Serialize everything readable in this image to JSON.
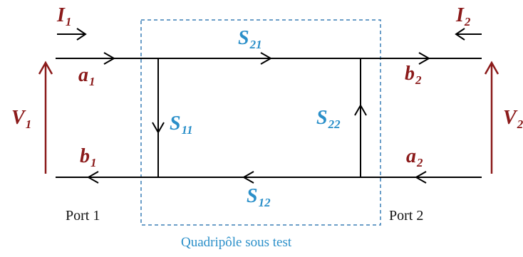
{
  "labels": {
    "I1": {
      "main": "I",
      "sub": "1"
    },
    "I2": {
      "main": "I",
      "sub": "2"
    },
    "a1": {
      "main": "a",
      "sub": "1"
    },
    "a2": {
      "main": "a",
      "sub": "2"
    },
    "b1": {
      "main": "b",
      "sub": "1"
    },
    "b2": {
      "main": "b",
      "sub": "2"
    },
    "V1": {
      "main": "V",
      "sub": "1"
    },
    "V2": {
      "main": "V",
      "sub": "2"
    },
    "S21": {
      "main": "S",
      "sub": "21"
    },
    "S11": {
      "main": "S",
      "sub": "11"
    },
    "S22": {
      "main": "S",
      "sub": "22"
    },
    "S12": {
      "main": "S",
      "sub": "12"
    }
  },
  "ports": {
    "port1": "Port 1",
    "port2": "Port 2"
  },
  "caption": "Quadripôle sous test",
  "colors": {
    "red": "#8b1a1a",
    "blue": "#2a8fc9",
    "line": "#000000",
    "box": "#3a7fb5"
  }
}
